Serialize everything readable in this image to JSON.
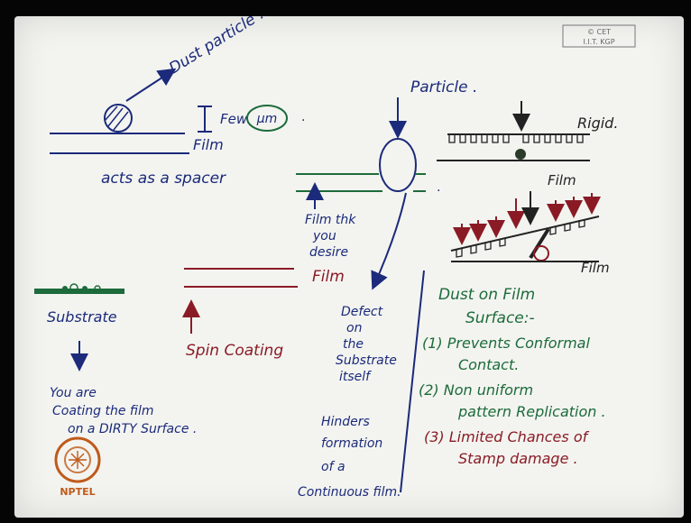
{
  "watermark": {
    "line1": "© CET",
    "line2": "I.I.T. KGP"
  },
  "logo": {
    "text": "NPTEL"
  },
  "notes": {
    "dust_particle": "Dust particle .",
    "few_um": "Few μm .",
    "um": "μm",
    "few": "Few",
    "film_left": "Film",
    "acts_spacer": "acts as a spacer",
    "particle": "Particle .",
    "film_thk_1": "Film thk",
    "film_thk_2": "you",
    "film_thk_3": "desire",
    "rigid": "Rigid.",
    "film_right_top": "Film",
    "film_right_bottom": "Film",
    "substrate": "Substrate",
    "you_are_1": "You are",
    "you_are_2": "Coating the film",
    "you_are_3": "on a DIRTY Surface .",
    "film_spin": "Film",
    "spin_coating": "Spin Coating",
    "defect_1": "Defect",
    "defect_2": "on",
    "defect_3": "the",
    "defect_4": "Substrate",
    "defect_5": "itself",
    "hinders_1": "Hinders",
    "hinders_2": "formation",
    "hinders_3": "of a",
    "hinders_4": "Continuous film.",
    "dust_title_1": "Dust on Film",
    "dust_title_2": "Surface:-",
    "point1_1": "(1) Prevents Conformal",
    "point1_2": "Contact.",
    "point2_1": "(2) Non uniform",
    "point2_2": "pattern Replication .",
    "point3_1": "(3) Limited Chances of",
    "point3_2": "Stamp damage ."
  },
  "colors": {
    "blue_ink": "#1b2a7a",
    "green_ink": "#1d6b3b",
    "maroon_ink": "#8a1b25",
    "black_ink": "#222222",
    "paper": "#f3f4f0"
  }
}
